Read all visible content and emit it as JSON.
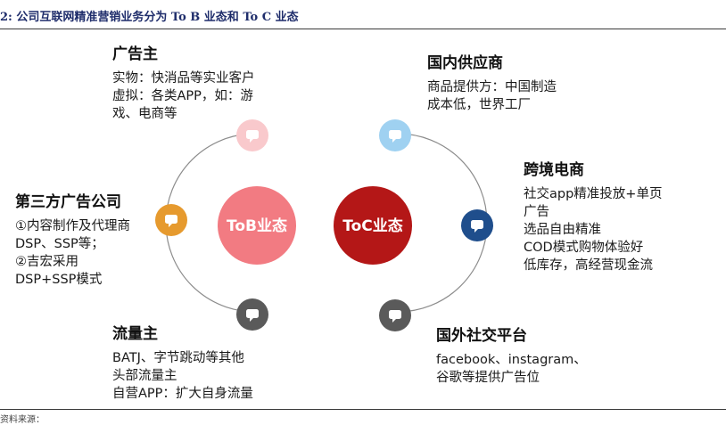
{
  "header": {
    "title": "2:  公司互联网精准营销业务分为 To B 业态和 To C 业态"
  },
  "footer": {
    "text": "资料来源："
  },
  "center": {
    "tob_label": "ToB业态",
    "toc_label": "ToC业态"
  },
  "colors": {
    "tob": "#f27b82",
    "toc": "#b41717",
    "pink_node": "#f9c9cc",
    "blue_node": "#9fd1f1",
    "orange_node": "#e69a2e",
    "navy_node": "#1f4e8c",
    "gray_node": "#5a5a5a"
  },
  "nodes": {
    "advertiser": {
      "title": "广告主",
      "lines": [
        "实物：快消品等实业客户",
        "虚拟：各类APP，如：游",
        "戏、电商等"
      ],
      "icon": "chat-bubble-icon"
    },
    "third_party": {
      "title": "第三方广告公司",
      "lines": [
        "①内容制作及代理商",
        "DSP、SSP等；",
        "②吉宏采用",
        "DSP+SSP模式"
      ],
      "icon": "chat-bubble-icon"
    },
    "traffic": {
      "title": "流量主",
      "lines": [
        "BATJ、字节跳动等其他",
        "头部流量主",
        "自营APP：扩大自身流量"
      ],
      "icon": "chat-bubble-icon"
    },
    "supplier": {
      "title": "国内供应商",
      "lines": [
        "商品提供方：中国制造",
        "成本低，世界工厂"
      ],
      "icon": "chat-bubble-icon"
    },
    "crossborder": {
      "title": "跨境电商",
      "lines": [
        "社交app精准投放+单页",
        "广告",
        "选品自由精准",
        "COD模式购物体验好",
        "低库存，高经营现金流"
      ],
      "icon": "chat-bubble-icon"
    },
    "social": {
      "title": "国外社交平台",
      "lines": [
        "facebook、instagram、",
        "谷歌等提供广告位"
      ],
      "icon": "chat-bubble-icon"
    }
  }
}
